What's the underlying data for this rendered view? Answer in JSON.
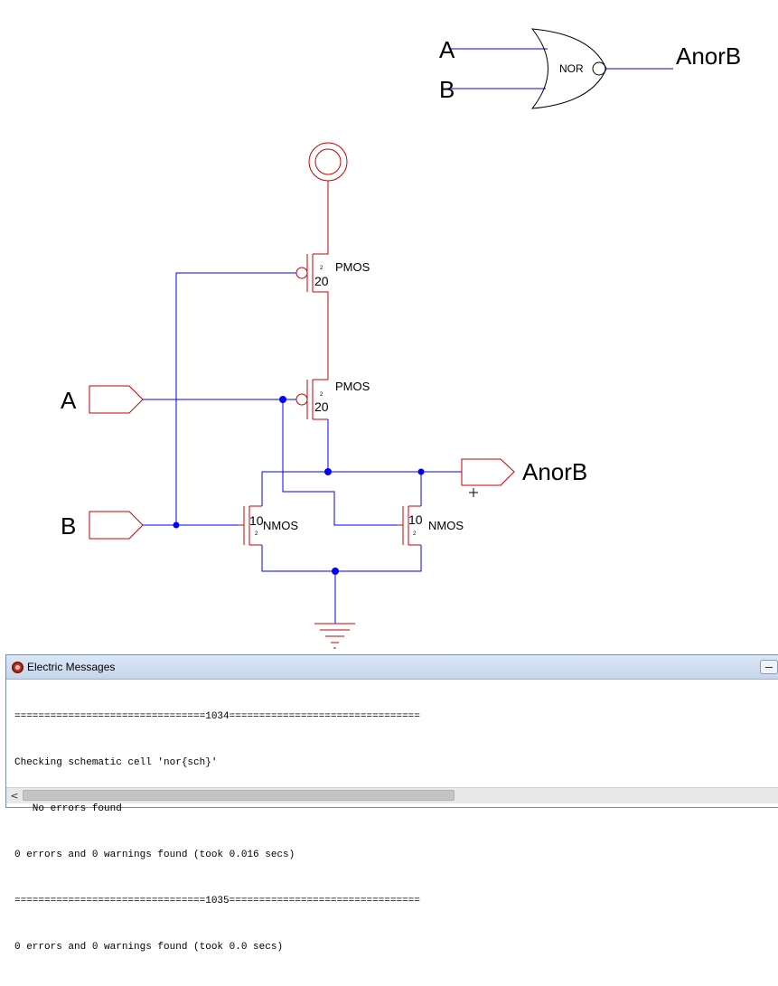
{
  "symbol": {
    "input_a": "A",
    "input_b": "B",
    "gate_label": "NOR",
    "output": "AnorB"
  },
  "schematic": {
    "export_a": "A",
    "export_b": "B",
    "export_out": "AnorB",
    "pmos_top": {
      "type": "PMOS",
      "width": "20",
      "length": "2"
    },
    "pmos_bottom": {
      "type": "PMOS",
      "width": "20",
      "length": "2"
    },
    "nmos_left": {
      "type": "NMOS",
      "width": "10",
      "length": "2"
    },
    "nmos_right": {
      "type": "NMOS",
      "width": "10",
      "length": "2"
    }
  },
  "messages": {
    "title": "Electric Messages",
    "lines": [
      "================================1034================================",
      "Checking schematic cell 'nor{sch}'",
      "   No errors found",
      "0 errors and 0 warnings found (took 0.016 secs)",
      "================================1035================================",
      "0 errors and 0 warnings found (took 0.0 secs)"
    ]
  },
  "colors": {
    "wire": "#0000ff",
    "node": "#cc0000",
    "net_dot": "#0000ff"
  }
}
